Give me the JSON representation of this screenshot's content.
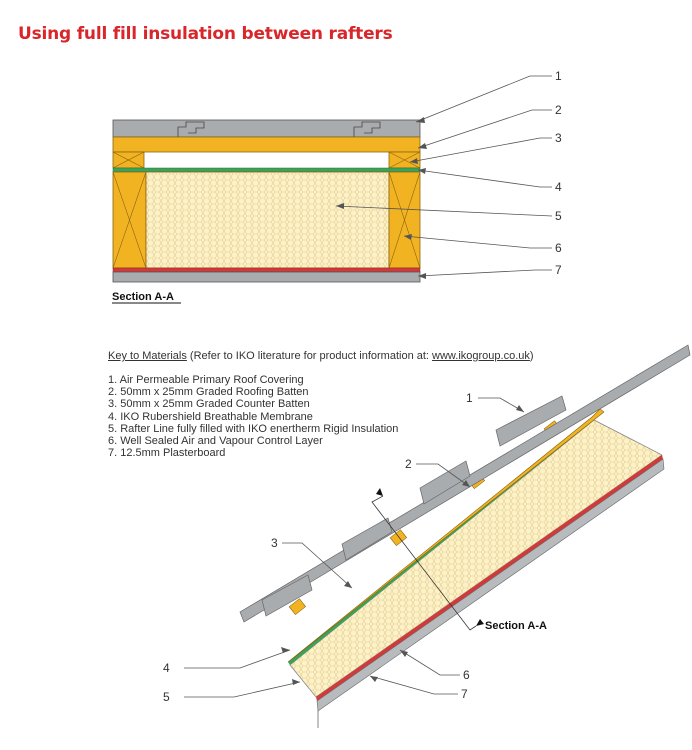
{
  "title": "Using full fill insulation between rafters",
  "section_label": "Section A-A",
  "callouts": [
    "1",
    "2",
    "3",
    "4",
    "5",
    "6",
    "7"
  ],
  "key": {
    "prefix": "Key to Materials",
    "middle": " (Refer to IKO literature for product information at: ",
    "url": "www.ikogroup.co.uk",
    "suffix": ")",
    "items": [
      "1. Air Permeable Primary Roof Covering",
      "2. 50mm x 25mm Graded Roofing Batten",
      "3. 50mm x 25mm Graded Counter Batten",
      "4. IKO Rubershield Breathable Membrane",
      "5. Rafter Line fully filled with IKO enertherm Rigid Insulation",
      "6. Well Sealed Air and Vapour Control Layer",
      "7. 12.5mm Plasterboard"
    ]
  },
  "colors": {
    "title": "#d8262a",
    "timber": "#f2b323",
    "insulation": "#fdf1c8",
    "membrane": "#3aa35a",
    "vcl": "#d23a3a",
    "covering": "#a9acae"
  }
}
